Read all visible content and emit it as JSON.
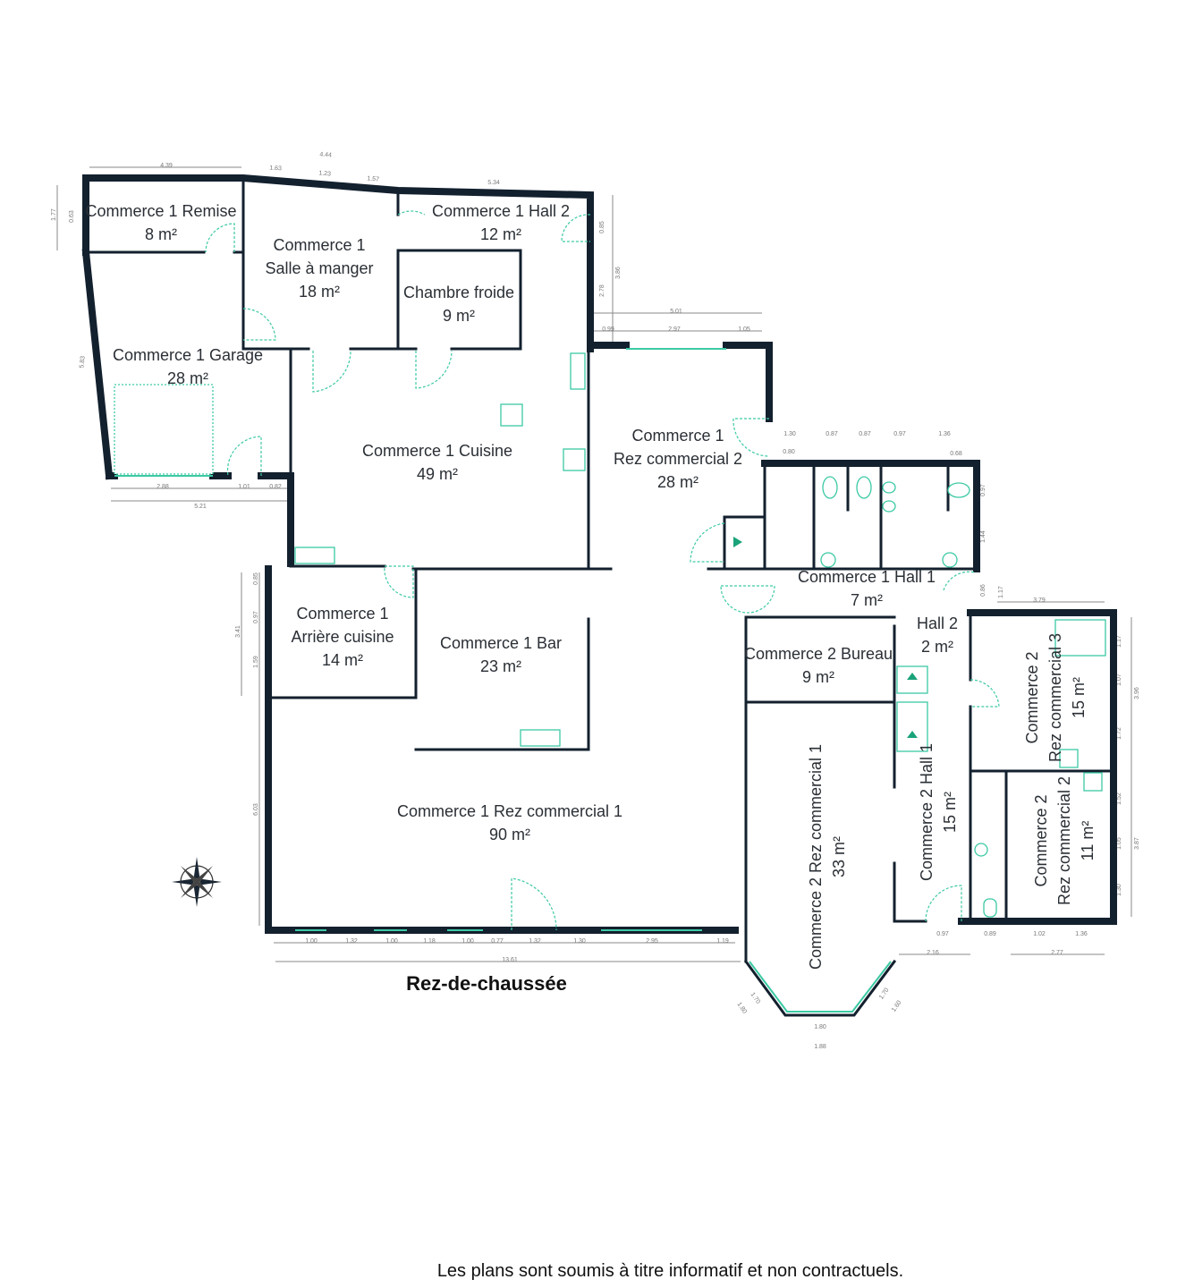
{
  "title": "Rez-de-chaussée",
  "disclaimer": "Les plans sont soumis à titre informatif et non contractuels.",
  "colors": {
    "wall": "#13202e",
    "fixture": "#3cc9a4",
    "dimension": "#8a8a8a"
  },
  "rooms": [
    {
      "name": "Commerce 1 Remise",
      "area": "8 m²"
    },
    {
      "name": "Commerce 1",
      "name2": "Salle à manger",
      "area": "18 m²"
    },
    {
      "name": "Commerce 1 Hall 2",
      "area": "12 m²"
    },
    {
      "name": "Chambre froide",
      "area": "9 m²"
    },
    {
      "name": "Commerce 1 Garage",
      "area": "28 m²"
    },
    {
      "name": "Commerce 1 Cuisine",
      "area": "49 m²"
    },
    {
      "name": "Commerce 1",
      "name2": "Rez commercial 2",
      "area": "28 m²"
    },
    {
      "name": "Commerce 1 Hall 1",
      "area": "7 m²"
    },
    {
      "name": "Commerce 1",
      "name2": "Arrière cuisine",
      "area": "14 m²"
    },
    {
      "name": "Commerce 1 Bar",
      "area": "23 m²"
    },
    {
      "name": "Commerce 1 Rez commercial 1",
      "area": "90 m²"
    },
    {
      "name": "Commerce 2 Bureau",
      "area": "9 m²"
    },
    {
      "name": "Hall 2",
      "area": "2 m²"
    },
    {
      "name": "Commerce 2 Rez commercial 1",
      "area": "33 m²"
    },
    {
      "name": "Commerce 2 Hall 1",
      "area": "15 m²"
    },
    {
      "name": "Commerce 2",
      "name2": "Rez commercial 3",
      "area": "15 m²"
    },
    {
      "name": "Commerce 2",
      "name2": "Rez commercial 2",
      "area": "11 m²"
    }
  ],
  "dimensions": [
    "4.39",
    "4.44",
    "1.63",
    "1.23",
    "1.57",
    "5.34",
    "1.77",
    "0.63",
    "5.83",
    "2.88",
    "1.01",
    "0.82",
    "5.21",
    "0.85",
    "3.86",
    "2.78",
    "5.01",
    "0.99",
    "2.97",
    "1.05",
    "1.30",
    "0.87",
    "0.87",
    "0.97",
    "1.36",
    "0.80",
    "0.68",
    "0.97",
    "1.44",
    "0.86",
    "1.17",
    "3.79",
    "1.17",
    "1.07",
    "1.72",
    "3.96",
    "1.52",
    "1.05",
    "1.30",
    "3.87",
    "0.97",
    "0.89",
    "1.02",
    "1.36",
    "2.16",
    "2.77",
    "0.85",
    "0.97",
    "1.59",
    "3.41",
    "6.03",
    "1.00",
    "1.32",
    "1.00",
    "1.18",
    "1.00",
    "0.77",
    "1.32",
    "1.30",
    "2.95",
    "1.19",
    "13.61",
    "1.70",
    "1.80",
    "1.80",
    "1.88",
    "1.70",
    "1.60"
  ]
}
